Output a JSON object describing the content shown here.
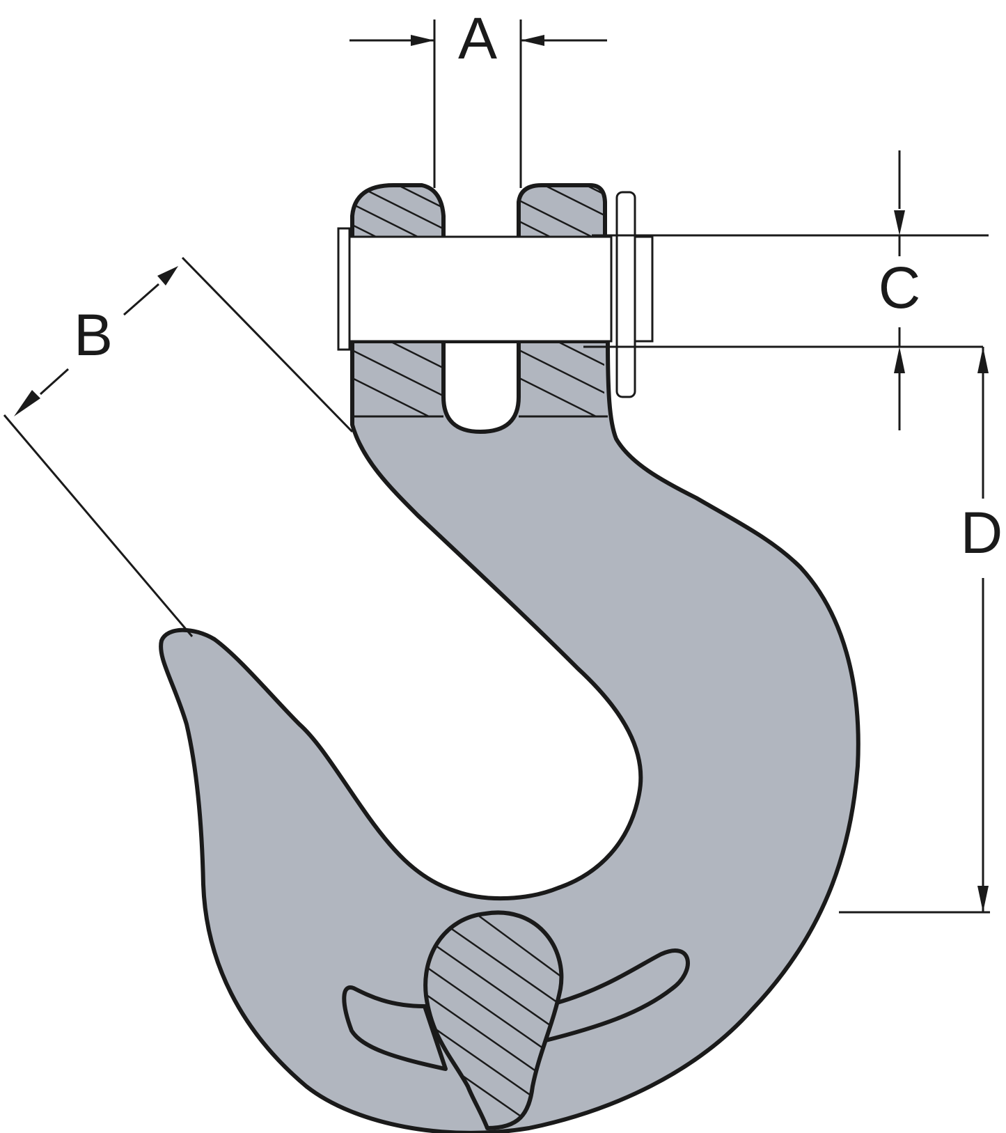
{
  "labels": {
    "A": "A",
    "B": "B",
    "C": "C",
    "D": "D"
  },
  "colors": {
    "metal_fill": "#b1b6bf",
    "outline": "#1a1a1a",
    "background": "#ffffff"
  }
}
